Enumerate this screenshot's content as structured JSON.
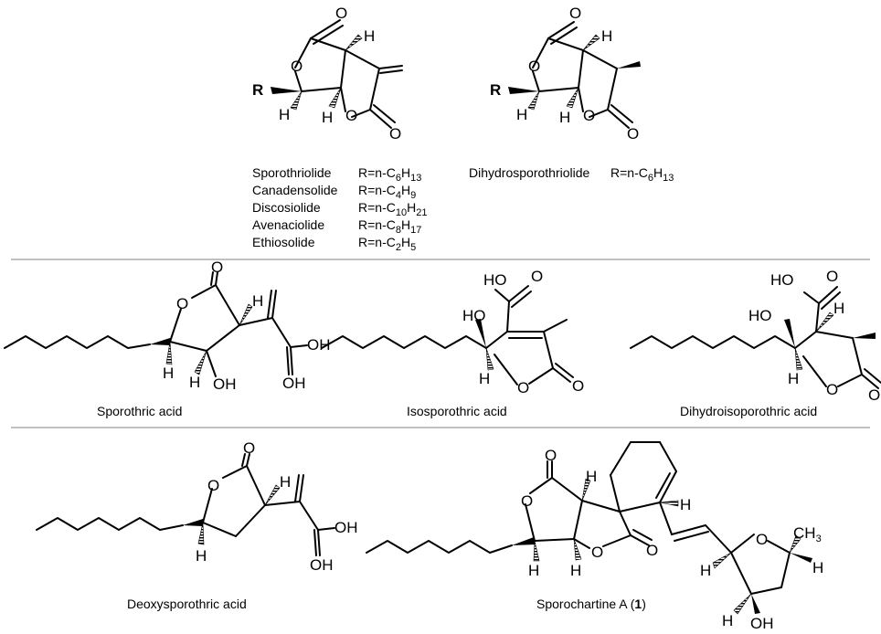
{
  "atoms": {
    "O": "O",
    "H": "H",
    "R": "R",
    "HO": "HO",
    "OH": "OH",
    "CH3": "CH",
    "three": "3"
  },
  "dilactones": {
    "family": [
      {
        "name": "Sporothriolide",
        "r_prefix": "R=n-C",
        "c": "6",
        "h": "13"
      },
      {
        "name": "Canadensolide",
        "r_prefix": "R=n-C",
        "c": "4",
        "h": "9"
      },
      {
        "name": "Discosiolide",
        "r_prefix": "R=n-C",
        "c": "10",
        "h": "21"
      },
      {
        "name": "Avenaciolide",
        "r_prefix": "R=n-C",
        "c": "8",
        "h": "17"
      },
      {
        "name": "Ethiosolide",
        "r_prefix": "R=n-C",
        "c": "2",
        "h": "5"
      }
    ],
    "dihydro": {
      "name": "Dihydrosporothriolide",
      "r_prefix": "R=n-C",
      "c": "6",
      "h": "13"
    }
  },
  "compounds": {
    "sporothric": "Sporothric acid",
    "isosporothric": "Isosporothric acid",
    "dihydroisoporothric": "Dihydroisoporothric acid",
    "deoxysporothric": "Deoxysporothric acid",
    "sporochartine_name": "Sporochartine A (",
    "sporochartine_num": "1",
    "sporochartine_close": ")"
  },
  "colors": {
    "ink": "#000000",
    "divider": "#9a9a9a"
  }
}
